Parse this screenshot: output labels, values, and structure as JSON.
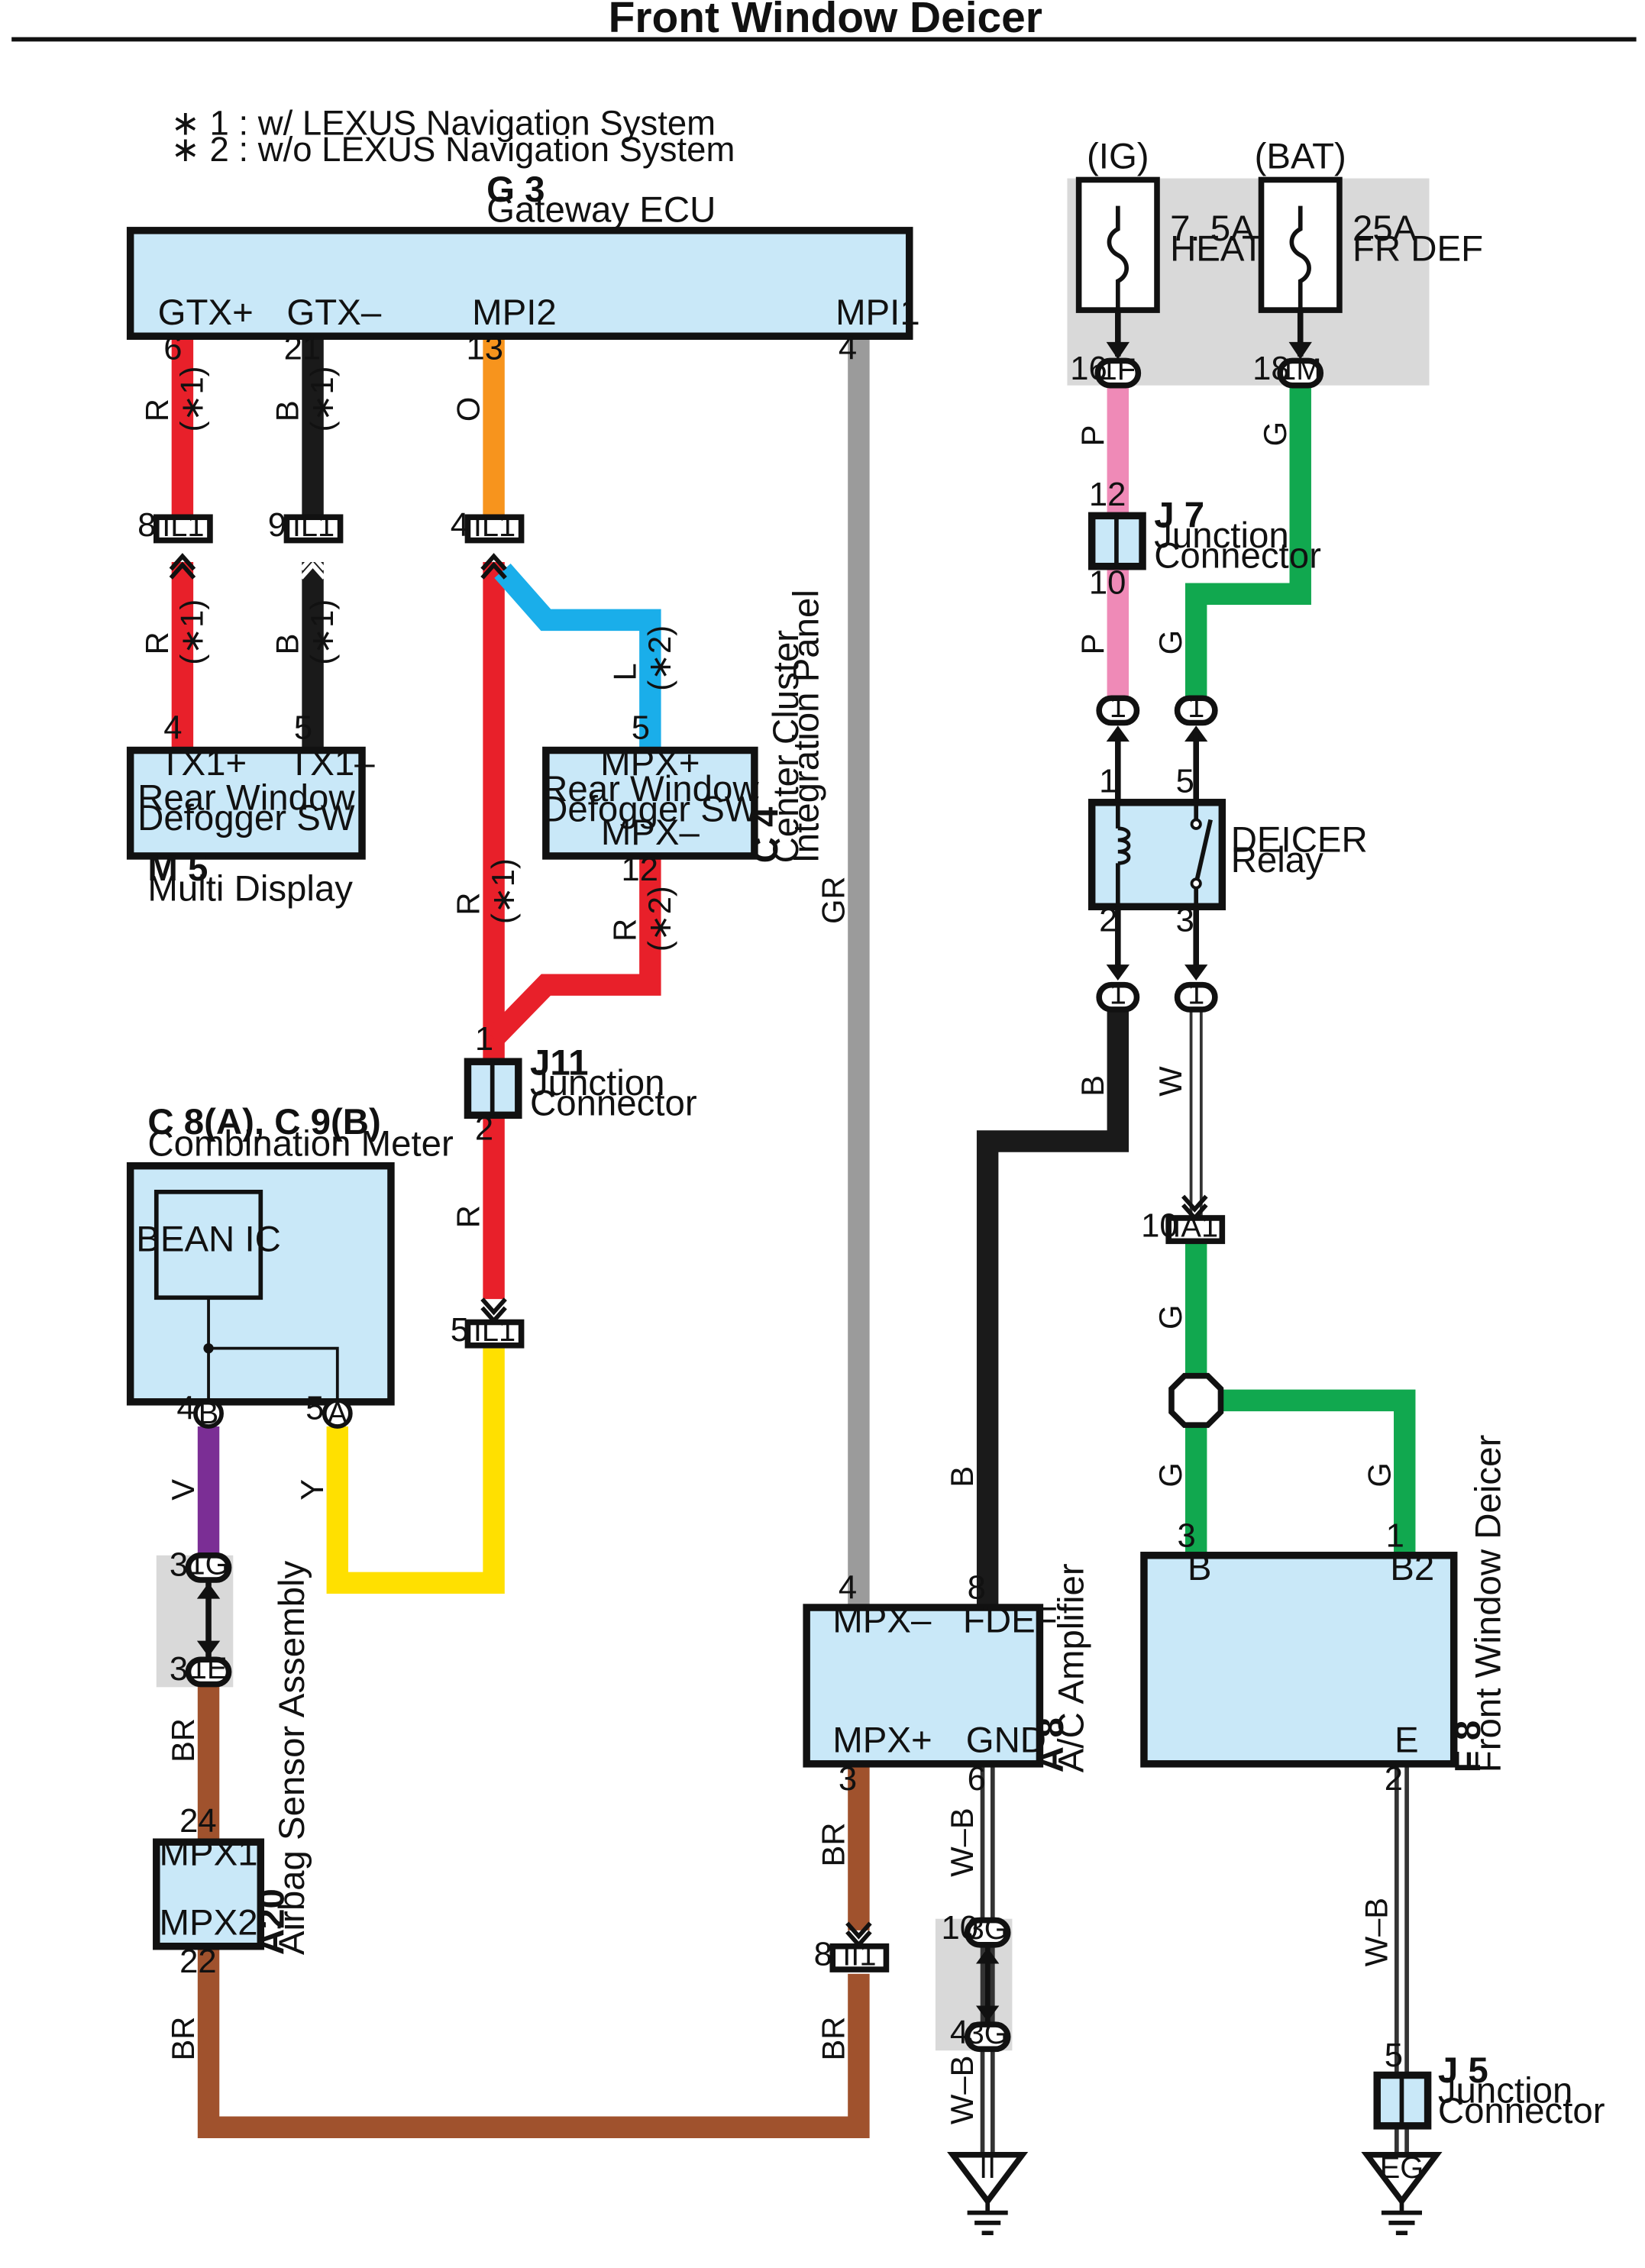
{
  "title": "Front Window Deicer",
  "notes": [
    "∗ 1 : w/ LEXUS Navigation System",
    "∗ 2 : w/o LEXUS Navigation System"
  ],
  "colors": {
    "R": "#e8202a",
    "B": "#1a1a1a",
    "O": "#f7941d",
    "L": "#1aaeea",
    "GR": "#9b9b9b",
    "P": "#ef8ab7",
    "G": "#11a84f",
    "W": "#ffffff",
    "V": "#7b2e95",
    "Y": "#ffe000",
    "BR": "#a0522d",
    "component_fill": "#c9e8f8",
    "shade": "#d9d9d9"
  },
  "components": {
    "g3": {
      "id": "G 3",
      "name": "Gateway ECU",
      "pins": [
        "GTX+",
        "GTX–",
        "MPI2",
        "MPI1"
      ]
    },
    "m5": {
      "id": "M 5",
      "name": "Multi Display",
      "pins": [
        "TX1+",
        "TX1–"
      ],
      "label1": "Rear Window",
      "label2": "Defogger SW"
    },
    "c4": {
      "id": "C 4",
      "name1": "Center Cluster",
      "name2": "Integration Panel",
      "pin_top": "MPX+",
      "pin_bottom": "MPX–",
      "label1": "Rear Window",
      "label2": "Defogger SW"
    },
    "j11": {
      "id": "J11",
      "name1": "Junction",
      "name2": "Connector"
    },
    "c8": {
      "id": "C 8(A), C 9(B)",
      "name": "Combination Meter",
      "inner": "BEAN IC"
    },
    "a20": {
      "id": "A20",
      "name": "Airbag Sensor Assembly",
      "pins": [
        "MPX1",
        "MPX2"
      ]
    },
    "a8": {
      "id": "A 8",
      "name": "A/C Amplifier",
      "pins": [
        "MPX–",
        "FDEF",
        "MPX+",
        "GND"
      ]
    },
    "j7": {
      "id": "J 7",
      "name1": "Junction",
      "name2": "Connector"
    },
    "relay": {
      "name1": "DEICER",
      "name2": "Relay"
    },
    "f8": {
      "id": "F 8",
      "name": "Front Window Deicer",
      "pins": [
        "B",
        "B2",
        "E"
      ]
    },
    "j5": {
      "id": "J 5",
      "name1": "Junction",
      "name2": "Connector"
    },
    "fuse1": {
      "source": "(IG)",
      "rating": "7. 5A",
      "name": "HEATER"
    },
    "fuse2": {
      "source": "(BAT)",
      "rating": "25A",
      "name": "FR DEF"
    }
  },
  "connectors": {
    "il1": "IL1",
    "ia1": "IA1",
    "ii1": "II1",
    "f1": "1F",
    "m1": "1M",
    "g1": "1G",
    "e1": "1E",
    "g3c": "3G",
    "one": "1",
    "meterB": "B",
    "meterA": "A",
    "groundII": "II",
    "groundEG": "EG"
  },
  "wire_codes": {
    "R": "R",
    "B": "B",
    "O": "O",
    "L": "L",
    "GR": "GR",
    "P": "P",
    "G": "G",
    "W": "W",
    "V": "V",
    "Y": "Y",
    "BR": "BR",
    "WB": "W–B",
    "n1": "(∗1)",
    "n2": "(∗2)"
  },
  "pin_numbers": {
    "p6": "6",
    "p21": "21",
    "p13": "13",
    "p4": "4",
    "p8": "8",
    "p9": "9",
    "p5": "5",
    "p12": "12",
    "p1": "1",
    "p2": "2",
    "p3": "3",
    "p24": "24",
    "p22": "22",
    "p10": "10",
    "p16": "16",
    "p18": "18"
  }
}
